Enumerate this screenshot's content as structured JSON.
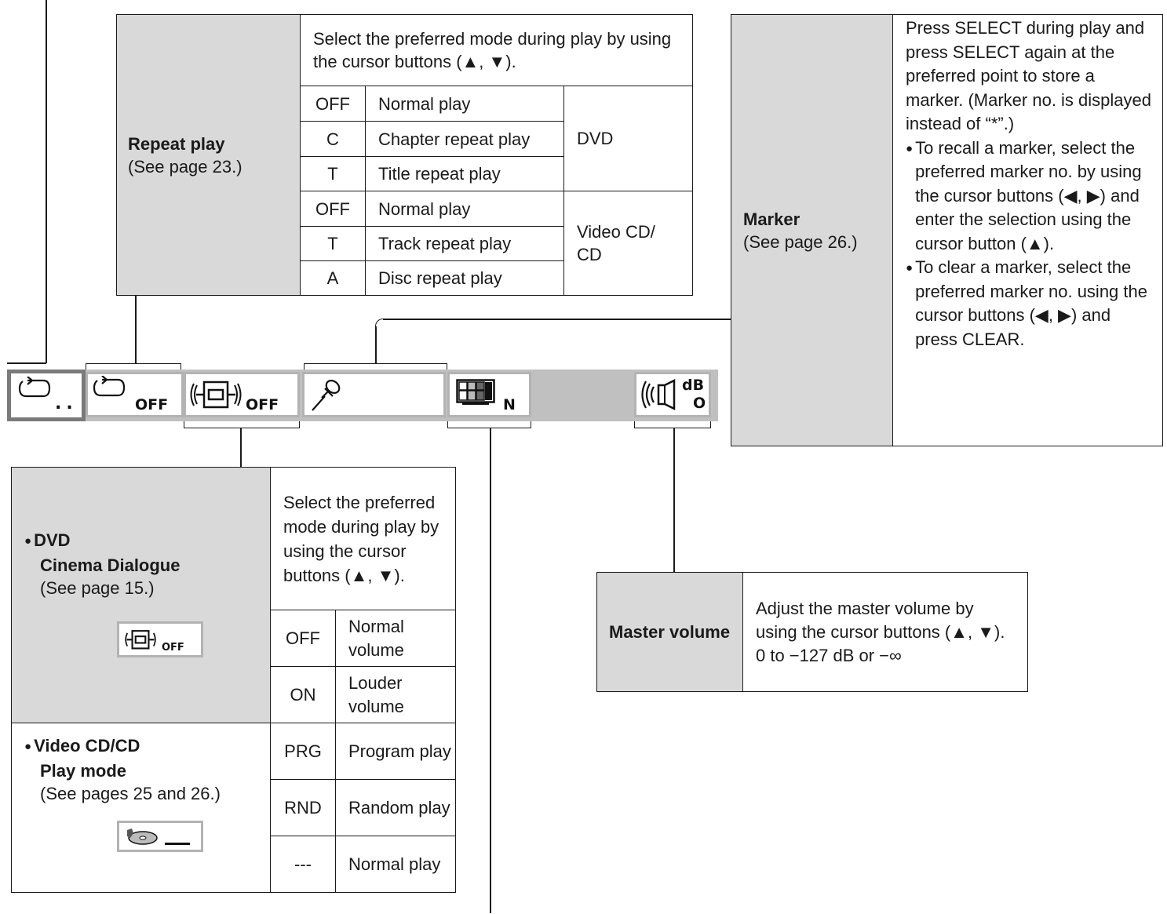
{
  "repeat": {
    "title": "Repeat play",
    "ref": "(See page 23.)",
    "desc": "Select the preferred mode during play by using the cursor buttons (▲, ▼).",
    "rows": [
      {
        "code": "OFF",
        "label": "Normal play"
      },
      {
        "code": "C",
        "label": "Chapter repeat play"
      },
      {
        "code": "T",
        "label": "Title repeat play"
      },
      {
        "code": "OFF",
        "label": "Normal play"
      },
      {
        "code": "T",
        "label": "Track repeat play"
      },
      {
        "code": "A",
        "label": "Disc repeat play"
      }
    ],
    "group_dvd": "DVD",
    "group_vcd": "Video CD/ CD"
  },
  "marker": {
    "title": "Marker",
    "ref": "(See page 26.)",
    "text_intro": "Press SELECT during play and press SELECT again at the preferred point to store a marker. (Marker no. is displayed instead of “*”.)",
    "bullet_recall": "To recall a marker, select the preferred marker no. by using the cursor buttons (◀, ▶) and enter the selection using the cursor button (▲).",
    "bullet_clear": "To clear a marker, select the preferred marker no. using the cursor buttons (◀, ▶) and press CLEAR."
  },
  "osd_bar": {
    "repeat_current": "..",
    "repeat_value": "OFF",
    "dialogue_value": "OFF",
    "picture_value": "N",
    "volume_unit": "dB",
    "volume_value": "O"
  },
  "dialogue": {
    "dvd_label": "DVD",
    "title": "Cinema Dialogue",
    "ref": "(See page 15.)",
    "icon_value": "OFF",
    "desc": "Select the preferred mode during play by using the cursor buttons (▲, ▼).",
    "rows": [
      {
        "code": "OFF",
        "label": "Normal volume"
      },
      {
        "code": "ON",
        "label": "Louder volume"
      }
    ]
  },
  "playmode": {
    "vcd_label": "Video CD/CD",
    "title": "Play mode",
    "ref": "(See pages 25 and 26.)",
    "rows": [
      {
        "code": "PRG",
        "label": "Program play"
      },
      {
        "code": "RND",
        "label": "Random play"
      },
      {
        "code": "---",
        "label": "Normal play"
      }
    ]
  },
  "master": {
    "title": "Master volume",
    "desc": "Adjust the master volume by using the cursor buttons (▲, ▼).",
    "range": "0 to −127 dB or −∞"
  }
}
